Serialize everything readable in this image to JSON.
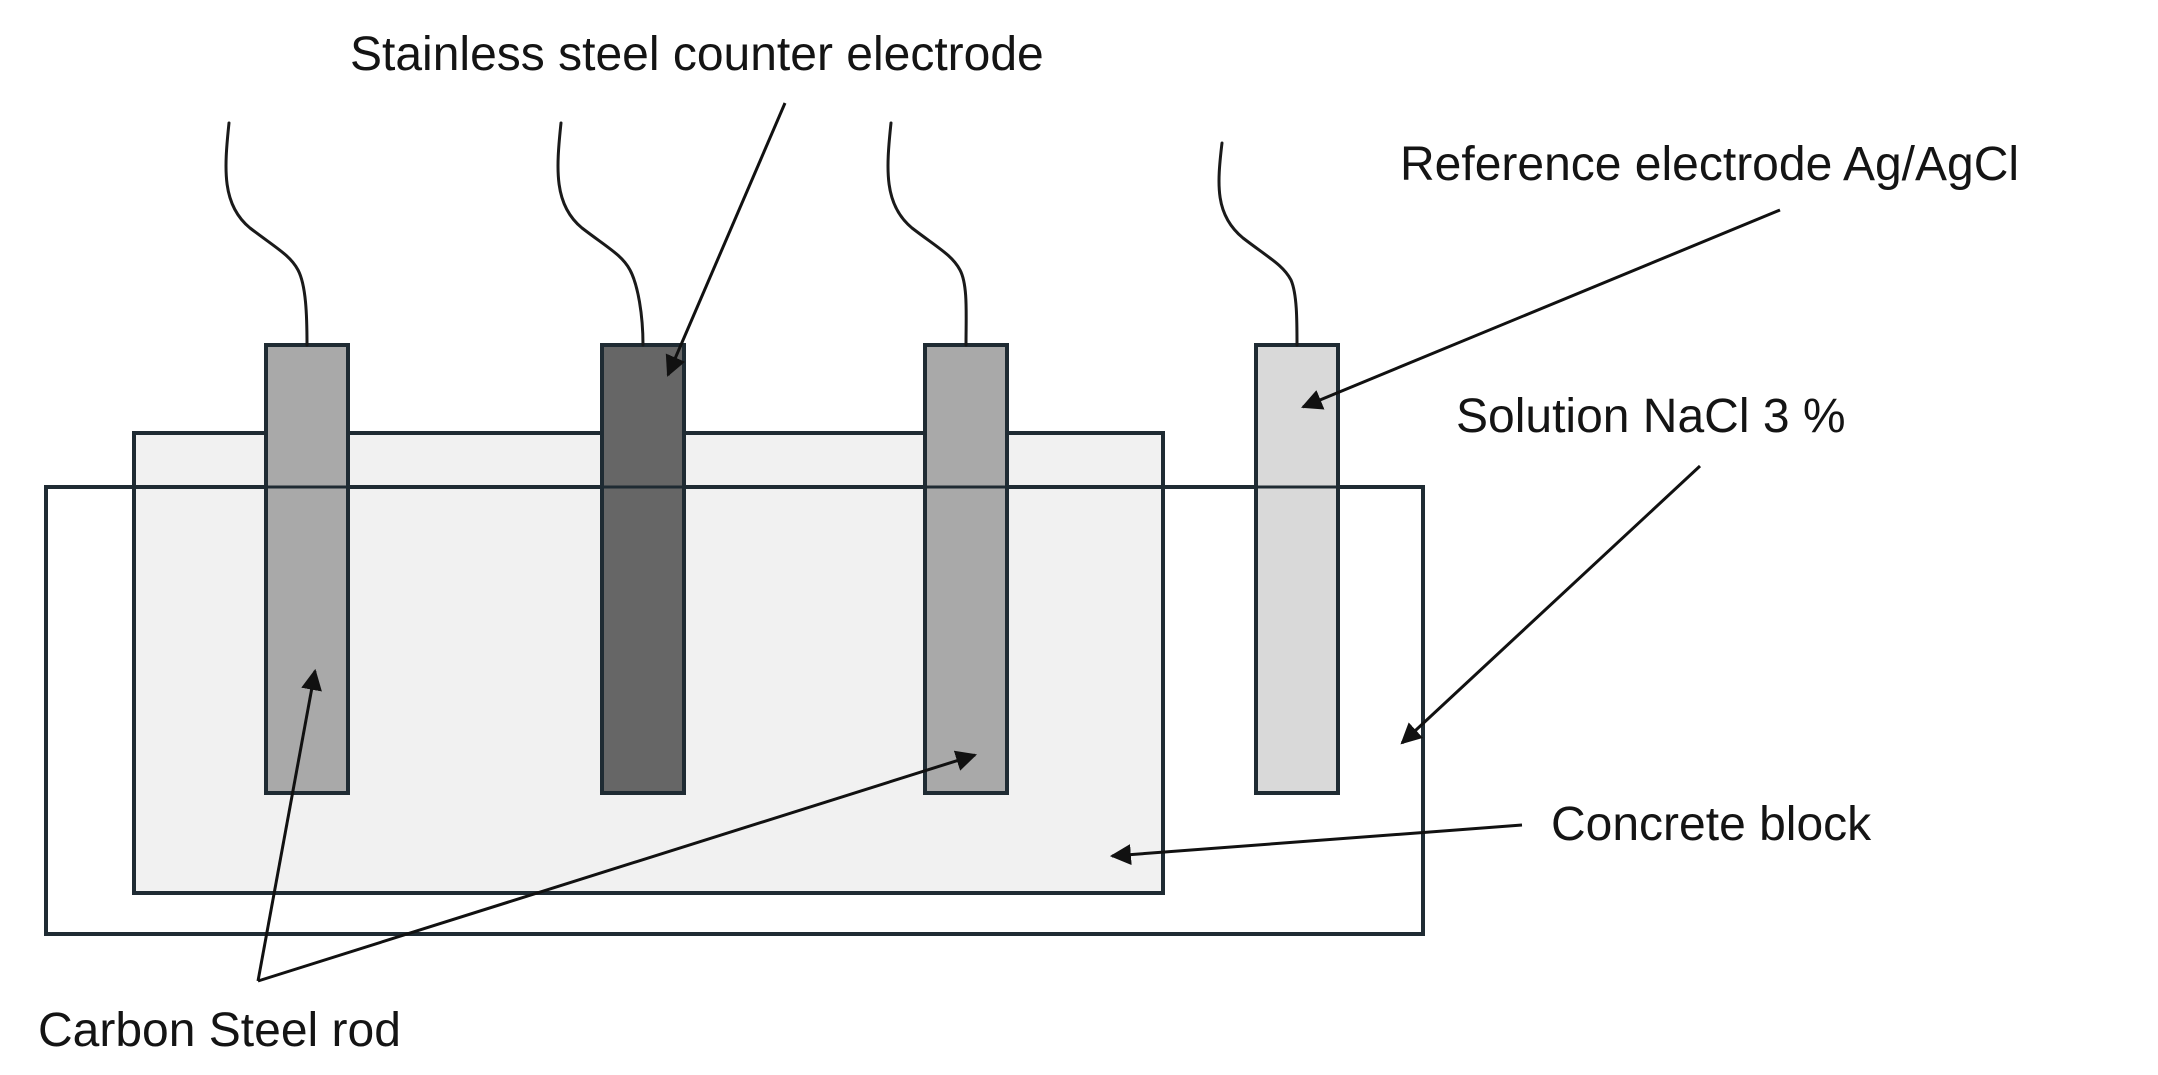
{
  "labels": {
    "counter_electrode": "Stainless steel counter electrode",
    "reference_electrode": "Reference electrode Ag/AgCl",
    "solution": "Solution NaCl 3 %",
    "concrete_block": "Concrete block",
    "carbon_steel_rod": "Carbon Steel rod"
  },
  "colors": {
    "outline": "#1f2b33",
    "solution_fill": "#ffffff",
    "concrete_fill": "#f1f1f1",
    "carbon_steel_rod_fill": "#a9a9a9",
    "counter_electrode_fill": "#666666",
    "reference_electrode_fill": "#d9d9d9",
    "text": "#141414"
  }
}
